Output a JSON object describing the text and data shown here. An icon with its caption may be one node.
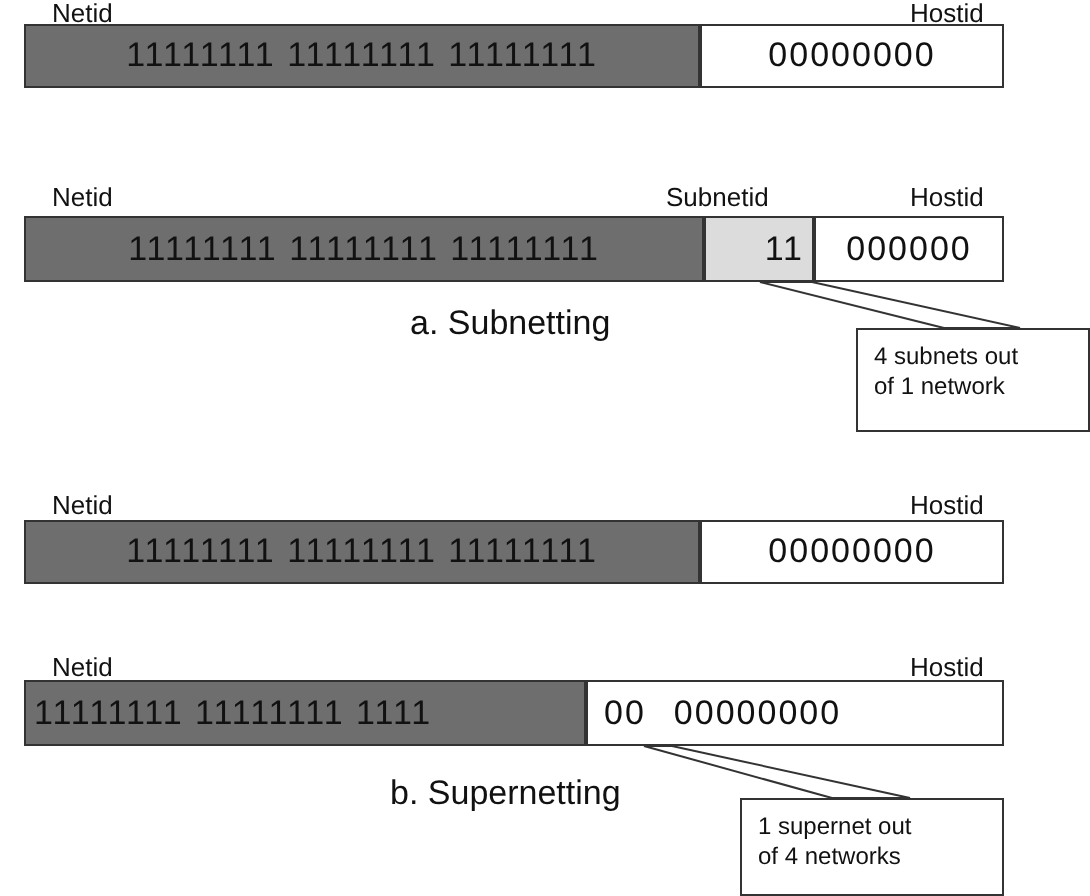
{
  "diagram": {
    "nodes": [
      {
        "text": [
          "11111111 11111111 11111111"
        ]
      },
      {
        "text": [
          "00000000"
        ]
      },
      {
        "text": [
          "11111111 11111111 11111111"
        ]
      },
      {
        "text": [
          "11"
        ]
      },
      {
        "text": [
          "000000"
        ]
      },
      {
        "text": [
          "4 subnets out of 1 network"
        ]
      },
      {
        "text": [
          "11111111 11111111 11111111"
        ]
      },
      {
        "text": [
          "00000000"
        ]
      },
      {
        "text": [
          "11111111 11111111 1111"
        ]
      },
      {
        "text": [
          "00",
          "00000000"
        ]
      },
      {
        "text": [
          "1 supernet out of 4 networks"
        ]
      }
    ],
    "edges": [
      {
        "from": 5,
        "to": 3,
        "arrow": "none"
      },
      {
        "from": 10,
        "to": 9,
        "arrow": "none"
      }
    ],
    "labels": [
      "Netid",
      "Hostid",
      "Netid",
      "Subnetid",
      "Hostid",
      "a. Subnetting",
      "Netid",
      "Hostid",
      "Netid",
      "Hostid",
      "b. Supernetting"
    ]
  }
}
